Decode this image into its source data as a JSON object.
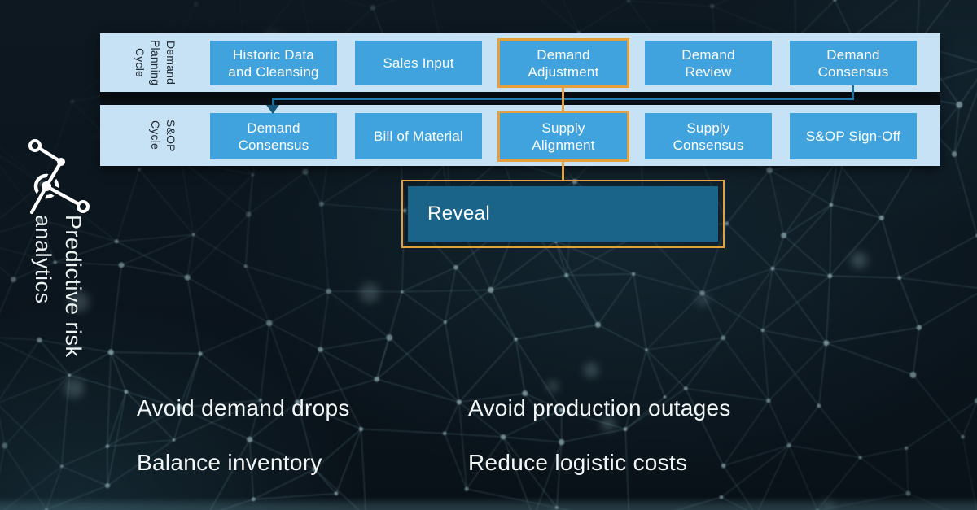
{
  "left_panel": {
    "icon": "network-analytics-icon",
    "title": "Predictive risk\nanalytics"
  },
  "diagram": {
    "demand_row": {
      "label": "Demand\nPlanning\nCycle",
      "boxes": [
        {
          "label": "Historic Data\nand Cleansing",
          "highlighted": false
        },
        {
          "label": "Sales Input",
          "highlighted": false
        },
        {
          "label": "Demand\nAdjustment",
          "highlighted": true
        },
        {
          "label": "Demand\nReview",
          "highlighted": false
        },
        {
          "label": "Demand\nConsensus",
          "highlighted": false
        }
      ]
    },
    "sop_row": {
      "label": "S&OP\nCycle",
      "boxes": [
        {
          "label": "Demand\nConsensus",
          "highlighted": false
        },
        {
          "label": "Bill of Material",
          "highlighted": false
        },
        {
          "label": "Supply\nAlignment",
          "highlighted": true
        },
        {
          "label": "Supply\nConsensus",
          "highlighted": false
        },
        {
          "label": "S&OP Sign-Off",
          "highlighted": false
        }
      ]
    },
    "reveal": {
      "label": "Reveal"
    },
    "connections": [
      "demand-consensus-to-sop-demand-consensus",
      "demand-adjustment-to-supply-alignment",
      "supply-alignment-to-reveal"
    ]
  },
  "benefits": [
    "Avoid demand drops",
    "Balance inventory",
    "Avoid production outages",
    "Reduce logistic costs"
  ],
  "colors": {
    "highlight_orange": "#E5A03C",
    "box_blue": "#41A3DD",
    "band_light_blue": "#C6E2F4",
    "reveal_fill": "#1A6389",
    "connector_blue": "#1F7FB4",
    "background_dark": "#0B141B"
  }
}
